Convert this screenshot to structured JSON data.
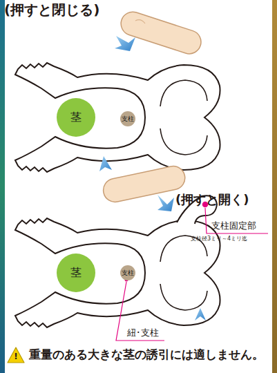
{
  "diagram": {
    "nodes": [
      {
        "text": [
          "茎"
        ]
      },
      {
        "text": [
          "支柱"
        ]
      },
      {
        "text": [
          "茎"
        ]
      },
      {
        "text": [
          "支柱"
        ]
      }
    ],
    "labels": [
      "(押すと閉じる)",
      "(押すと開く)",
      "支柱固定部",
      "支柱径3ミリ～4ミリ迄",
      "紐･支柱",
      "!",
      "重量のある大きな茎の誘引には適しません。"
    ]
  }
}
